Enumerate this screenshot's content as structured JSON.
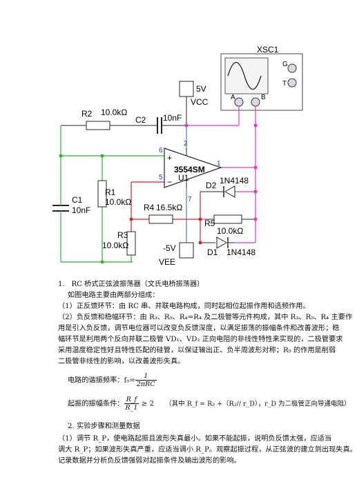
{
  "schematic": {
    "scope_name": "XSC1",
    "scope_g": "G",
    "scope_t": "T",
    "scope_a": "A",
    "scope_b": "B",
    "vcc_value": "5V",
    "vcc_label": "VCC",
    "vee_value": "-5V",
    "vee_label": "VEE",
    "r2_name": "R2",
    "r2_value": "10.0kΩ",
    "c2_name": "C2",
    "c2_value": "10nF",
    "c1_name": "C1",
    "c1_value": "10nF",
    "r1_name": "R1",
    "r1_value": "10.0kΩ",
    "r3_name": "R3",
    "r3_value": "10.0kΩ",
    "r4_name": "R4",
    "r4_value": "16.5kΩ",
    "r5_name": "R5",
    "r5_value": "10.0kΩ",
    "d2_name": "D2",
    "d2_value": "1N4148",
    "d1_name": "D1",
    "d1_value": "1N4148",
    "opamp_model": "3554SM",
    "opamp_name": "U1",
    "pin_plus": "+",
    "pin_minus": "−",
    "net_2": "2",
    "net_6": "6",
    "net_5": "5",
    "net_1": "1",
    "net_7": "7"
  },
  "text": {
    "heading_num": "1.",
    "heading": "RC 桥式正弦波振荡器（文氏电桥振荡器）",
    "p1": "如图电路主要由两部分组成：",
    "p2": "（1）正反馈环节：由 RC 串、并联电路构成，同时起相位起振作用和选频作用。",
    "p3a": "（2）负反馈和稳幅环节：由 R₃、R₅、R₄=R₄ 及二极管等元件构成，其中 R₃、R₅、R₄ 主要作",
    "p3b": "用是引入负反馈，调节电位器可以改变负反馈深度，以满足振荡的振幅条件和改善波形；稳",
    "p3c": "幅环节是利用两个反向并联二极管 VD₁、VD₂ 正向电阻的非线性特性来实现的，二极管要求",
    "p3d": "采用温度稳定性好且特性匹配的硅管，以保证输出正、负半周波形对称；R₅ 的作用是削弱",
    "p3e": "二极管非线性的影响，以改善波形失真。",
    "f1_prefix": "电路的谐振频率：f₀=",
    "f1_num": "1",
    "f1_den": "2πRC",
    "f2_prefix": "起振的振幅条件：",
    "f2_num": "R_f",
    "f2_den": "R_1",
    "f2_suffix": "≥ 2",
    "f2_note": "（其中 R_f = R₃ +（R₂// r_D），r_D 为二极管正向导通电阻）",
    "h2": "2. 实验步骤和测量数据",
    "p4a": "（1）调节 R_P，使电路起振且波形失真最小。如果不能起振，说明负反馈太强，应适当",
    "p4b": "调大 R_P；如果波形失真严重，应适当调小 R_P。观察起振过程，从正弦波的建立到出现失真。",
    "p4c": "记录数据并分析负反馈强弱对起振条件及输出波形的影响。"
  }
}
